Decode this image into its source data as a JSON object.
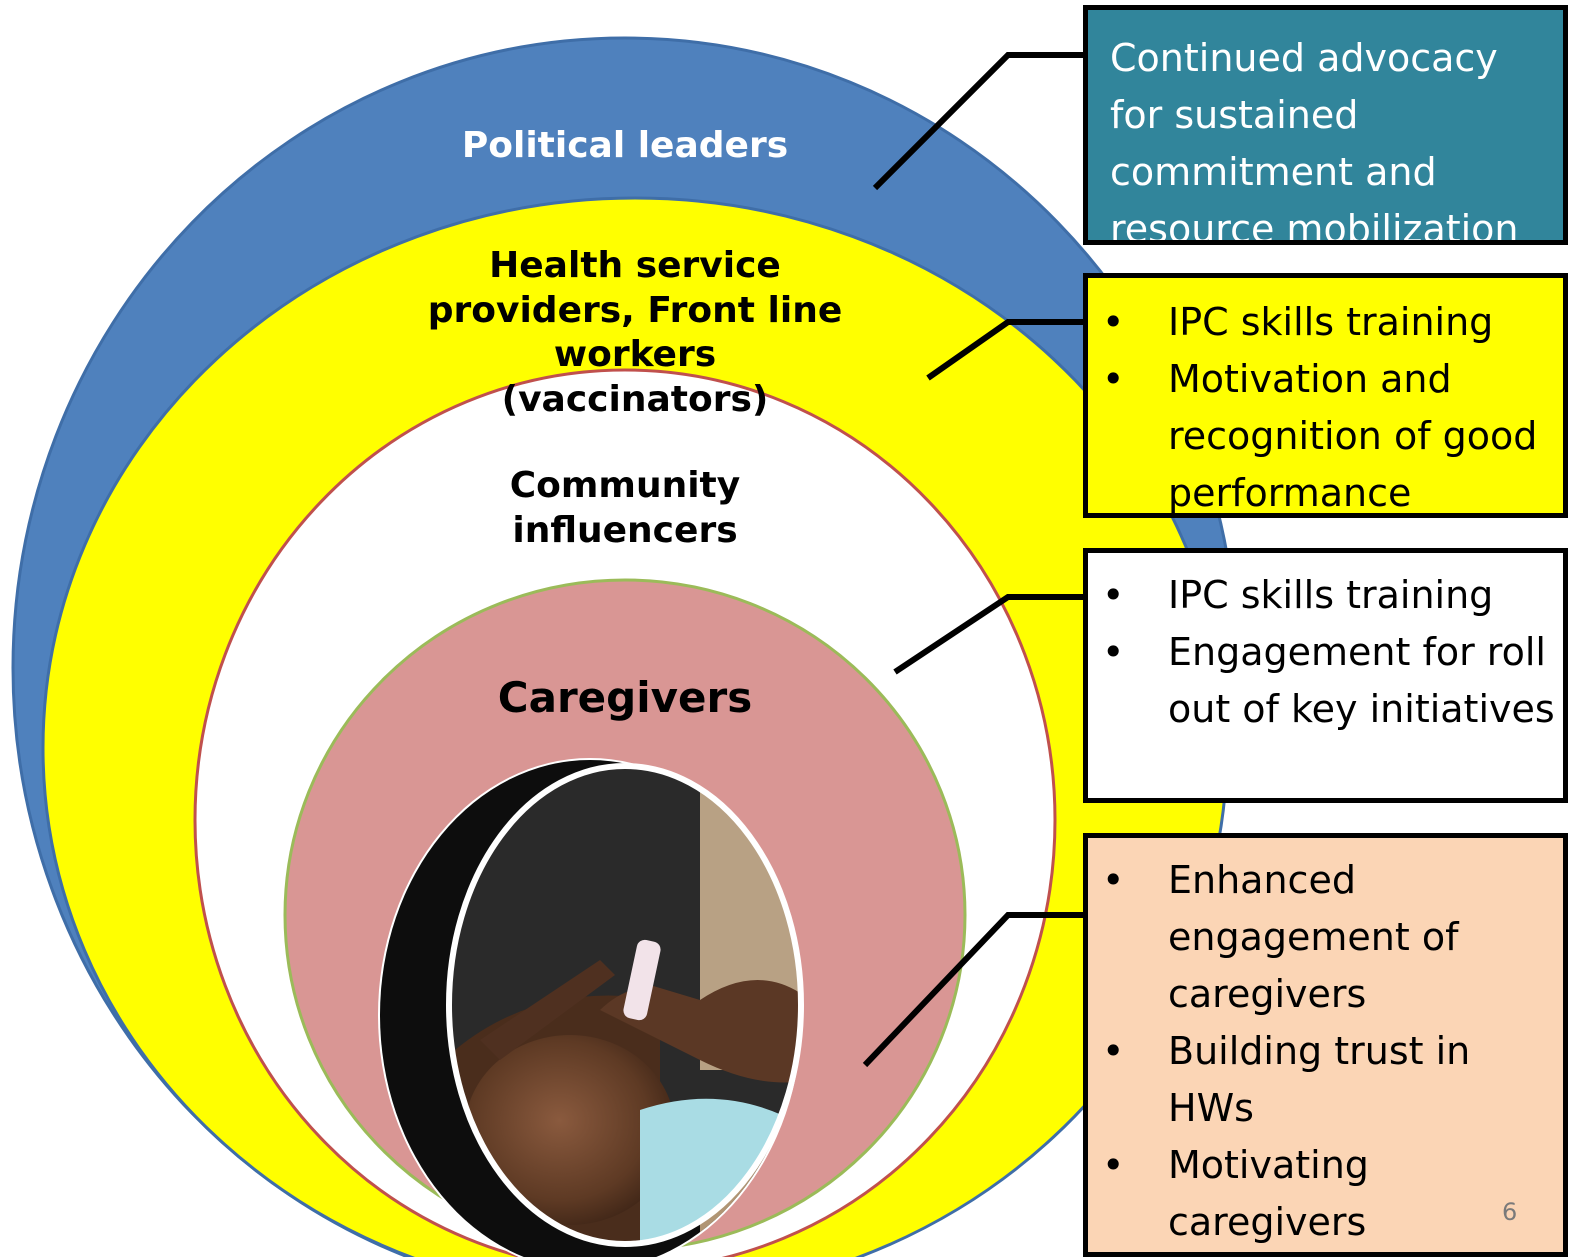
{
  "colors": {
    "political": "#4f81bd",
    "health": "#ffff00",
    "community": "#ffffff",
    "community_border": "#c0504d",
    "caregivers": "#d99694",
    "caregivers_border": "#9bbb59",
    "box_teal": "#31859b",
    "box_yellow": "#ffff00",
    "box_white": "#ffffff",
    "box_peach": "#fbd5b5"
  },
  "circles": {
    "political": "Political leaders",
    "health": "Health service providers, Front line workers (vaccinators)",
    "community": "Community influencers",
    "caregivers": "Caregivers",
    "photo_icon": "photo-of-infant-receiving-oral-polio-vaccine"
  },
  "boxes": {
    "political": {
      "text": "Continued advocacy for sustained commitment and resource mobilization"
    },
    "health": {
      "items": [
        "IPC  skills training",
        "Motivation and recognition of good performance"
      ]
    },
    "community": {
      "items": [
        "IPC  skills training",
        "Engagement for roll out of key initiatives"
      ]
    },
    "caregivers": {
      "items": [
        "Enhanced engagement of caregivers",
        "Building trust in HWs",
        "Motivating caregivers"
      ]
    }
  },
  "bullet": "•",
  "page_number": "6"
}
